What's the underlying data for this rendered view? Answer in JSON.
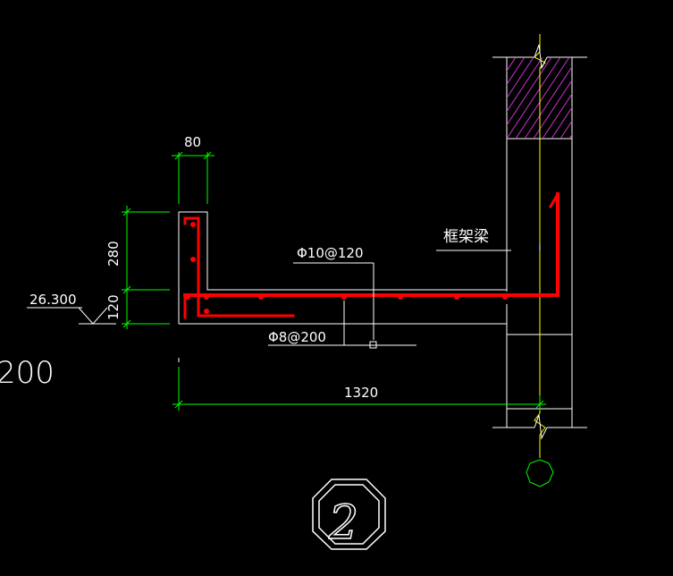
{
  "colors": {
    "background": "#000000",
    "outline": "#ffffff",
    "dimension": "#00ff00",
    "rebar": "#ff0000",
    "axis": "#ffff00",
    "hatch": "#cc33cc",
    "text": "#ffffff"
  },
  "labels": {
    "width_dim": "80",
    "height_top_dim": "280",
    "height_bottom_dim": "120",
    "length_dim": "1320",
    "elevation": "26.300",
    "rebar_main": "Φ10@120",
    "rebar_dist": "Φ8@200",
    "beam_label": "框架梁",
    "partial_left": "200",
    "detail_number": "2"
  },
  "icons": {
    "elevation_marker": "triangle-elevation-icon",
    "axis_marker": "axis-bubble-icon",
    "break_marker": "break-line-icon",
    "detail_marker": "octagon-detail-icon"
  }
}
